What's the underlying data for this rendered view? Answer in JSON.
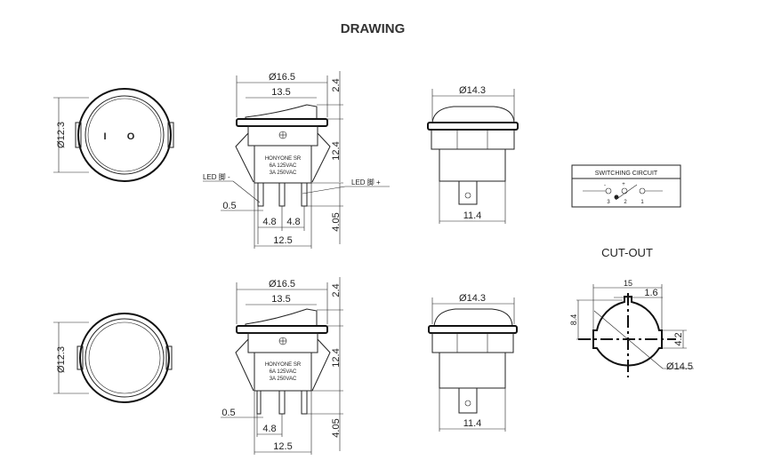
{
  "title": "DRAWING",
  "top_row": {
    "front": {
      "diameter": "Ø12.3",
      "off_mark": "I",
      "on_mark": "O"
    },
    "side": {
      "outer_diameter": "Ø16.5",
      "rocker_width": "13.5",
      "rocker_height": "2.4",
      "body_height": "12.4",
      "pin_length": "4.05",
      "pin_width": "0.5",
      "pin_pitch_1": "4.8",
      "pin_pitch_2": "4.8",
      "body_width": "12.5",
      "label_line1": "HONYONE SR",
      "label_line2": "6A  125VAC",
      "label_line3": "3A  250VAC",
      "led_minus": "LED 脚 -",
      "led_plus": "LED 脚 +"
    },
    "end": {
      "diameter": "Ø14.3",
      "width": "11.4"
    }
  },
  "switching_circuit": {
    "title": "SWITCHING CIRCUIT",
    "minus": "-",
    "plus": "+",
    "pin3": "3",
    "pin2": "2",
    "pin1": "1"
  },
  "cut_out": {
    "title": "CUT-OUT",
    "width": "15",
    "slot": "1.6",
    "half_height": "8.4",
    "flat": "4.2",
    "diameter": "Ø14.5"
  },
  "bottom_row": {
    "front": {
      "diameter": "Ø12.3"
    },
    "side": {
      "outer_diameter": "Ø16.5",
      "rocker_width": "13.5",
      "rocker_height": "2.4",
      "body_height": "12.4",
      "pin_length": "4.05",
      "pin_width": "0.5",
      "pin_pitch": "4.8",
      "body_width": "12.5",
      "label_line1": "HONYONE SR",
      "label_line2": "6A  125VAC",
      "label_line3": "3A  250VAC"
    },
    "end": {
      "diameter": "Ø14.3",
      "width": "11.4"
    }
  }
}
